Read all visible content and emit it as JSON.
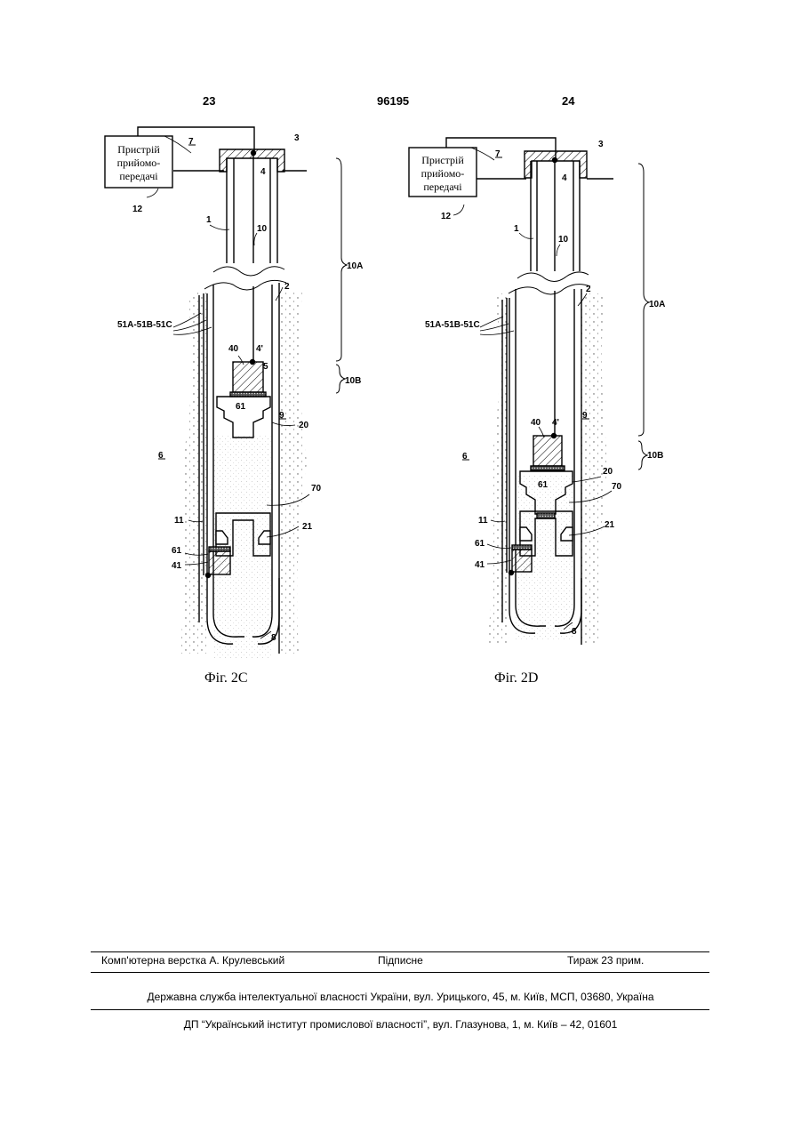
{
  "header": {
    "left_page": "23",
    "patent_number": "96195",
    "right_page": "24"
  },
  "figures": [
    {
      "caption": "Фіг. 2C",
      "device_lines": [
        "Пристрій",
        "прийомо-",
        "передачі"
      ],
      "labels": {
        "n7": "7",
        "n3": "3",
        "n4": "4",
        "n12": "12",
        "n1": "1",
        "n10": "10",
        "n10A": "10A",
        "n2": "2",
        "n51": "51A-51B-51C",
        "n40": "40",
        "n4p": "4'",
        "n5": "5",
        "n10B": "10B",
        "n61a": "61",
        "n9": "9",
        "n20": "20",
        "n6": "6",
        "n70": "70",
        "n11": "11",
        "n21": "21",
        "n61b": "61",
        "n41": "41",
        "n8": "8"
      }
    },
    {
      "caption": "Фіг. 2D",
      "device_lines": [
        "Пристрій",
        "прийомо-",
        "передачі"
      ],
      "labels": {
        "n7": "7",
        "n3": "3",
        "n4": "4",
        "n12": "12",
        "n1": "1",
        "n10": "10",
        "n10A": "10A",
        "n2": "2",
        "n51": "51A-51B-51C",
        "n40": "40",
        "n4p": "4'",
        "n9": "9",
        "n10B": "10B",
        "n6": "6",
        "n20": "20",
        "n61a": "61",
        "n70": "70",
        "n11": "11",
        "n21": "21",
        "n61b": "61",
        "n41": "41",
        "n8": "8"
      }
    }
  ],
  "footer": {
    "typesetting": "Комп'ютерна верстка А. Крулевський",
    "signed": "Підписне",
    "circulation": "Тираж 23 прим.",
    "office": "Державна служба інтелектуальної власності України, вул. Урицького, 45, м. Київ, МСП, 03680, Україна",
    "institute": "ДП “Український інститут промислової власності”, вул. Глазунова, 1, м. Київ – 42, 01601"
  }
}
